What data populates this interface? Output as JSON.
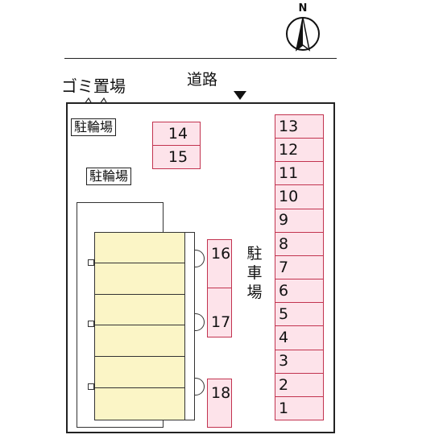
{
  "compass": {
    "letter": "N"
  },
  "labels": {
    "road": "道路",
    "garbage": "ゴミ置場",
    "bike_parking_1": "駐輪場",
    "bike_parking_2": "駐輪場",
    "parking": "駐車場"
  },
  "parking_column": [
    "13",
    "12",
    "11",
    "10",
    "9",
    "8",
    "7",
    "6",
    "5",
    "4",
    "3",
    "2",
    "1"
  ],
  "parking_top": [
    "14",
    "15"
  ],
  "parking_side": {
    "s16": "16",
    "s17": "17",
    "s18": "18"
  }
}
